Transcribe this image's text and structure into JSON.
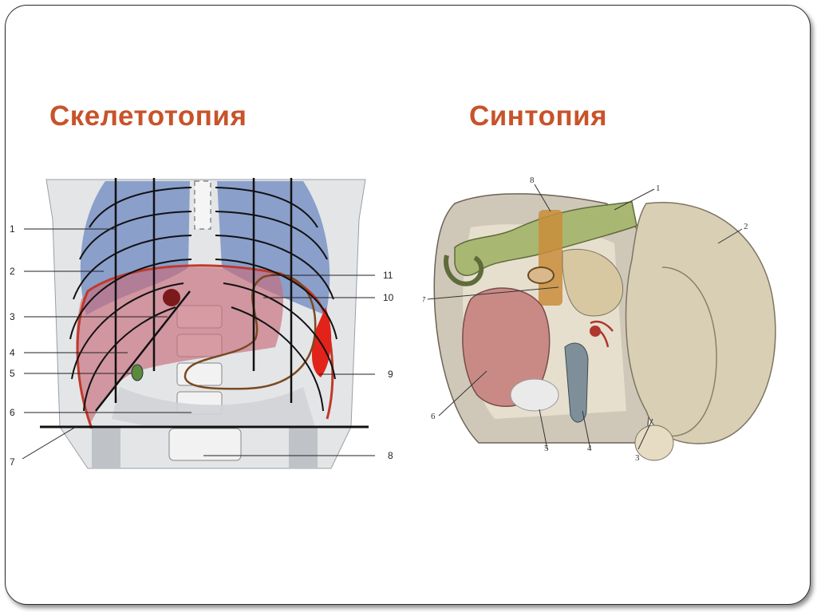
{
  "slide": {
    "heading_left": "Скелетотопия",
    "heading_right": "Синтопия"
  },
  "skeletotopy_figure": {
    "labels_left": [
      "1",
      "2",
      "3",
      "4",
      "5",
      "6",
      "7"
    ],
    "labels_right": [
      "11",
      "10",
      "9",
      "8"
    ],
    "colors": {
      "lungs": "#7f97c6",
      "liver": "#c76b7a",
      "gallbladder": "#5a8a3a",
      "spleen_edge": "#e2231a",
      "outline": "#c0392b",
      "stomach_outline": "#7a4a20"
    }
  },
  "syntopy_figure": {
    "labels": [
      "1",
      "2",
      "3",
      "4",
      "5",
      "6",
      "7",
      "8"
    ],
    "colors": {
      "liver": "#d9cfb5",
      "colon": "#a8b872",
      "kidney": "#c98a86",
      "duct": "#c98d3b",
      "vessel": "#7f8f9a"
    }
  }
}
